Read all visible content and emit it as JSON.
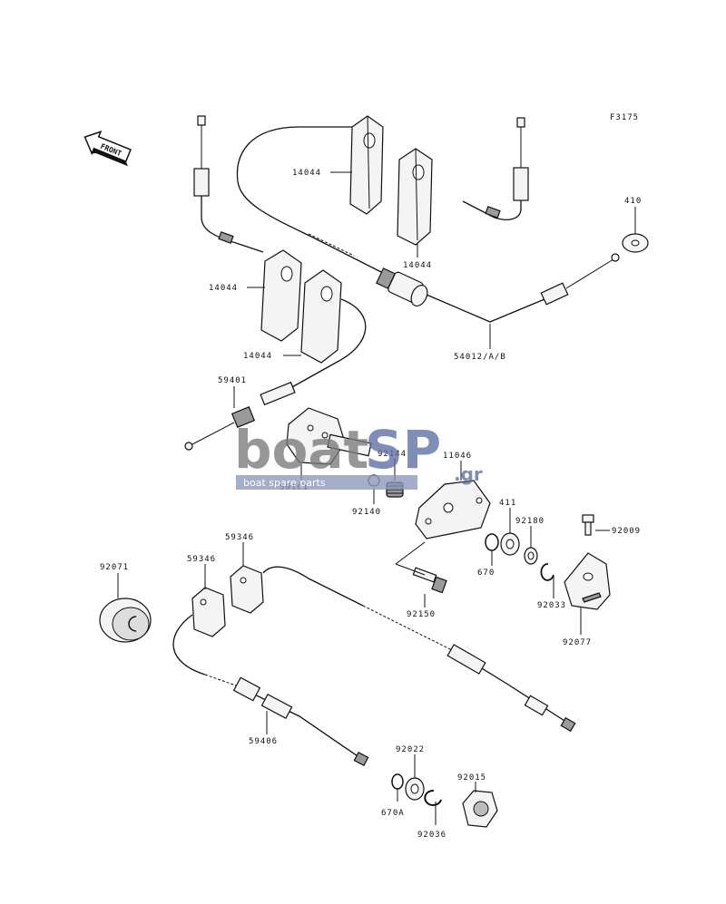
{
  "figure_code": "F3175",
  "front_label": "FRONT",
  "watermark": {
    "brand_a": "boat",
    "brand_b": "SP",
    "suffix": ".gr",
    "tagline": "boat spare parts",
    "color_a": "#7a7a7a",
    "color_b": "#5b6fa6"
  },
  "callouts": {
    "c1": "14044",
    "c2": "14044",
    "c3": "14044",
    "c4": "14044",
    "c5": "410",
    "c6": "54012/A/B",
    "c7": "59401",
    "c8": "59101",
    "c9": "92144",
    "c10": "92140",
    "c11": "11046",
    "c12": "411",
    "c13": "92180",
    "c14": "670",
    "c15": "92009",
    "c16": "92033",
    "c17": "92150",
    "c18": "92077",
    "c19": "92071",
    "c20": "59346",
    "c21": "59346",
    "c22": "59406",
    "c23": "92022",
    "c24": "92015",
    "c25": "670A",
    "c26": "92036"
  }
}
